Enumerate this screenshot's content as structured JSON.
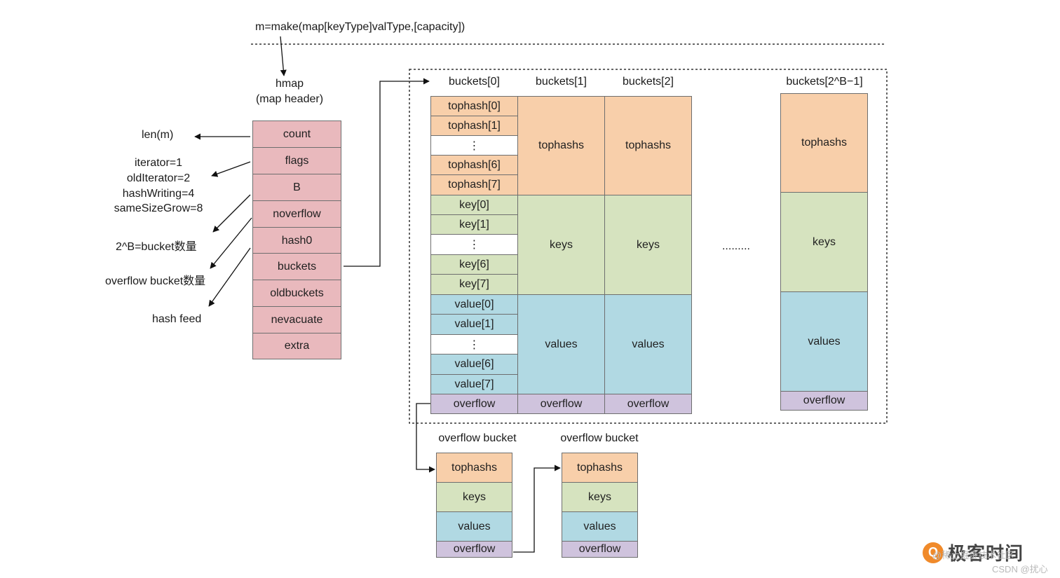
{
  "top_formula": "m=make(map[keyType]valType,[capacity])",
  "hmap": {
    "title": "hmap",
    "subtitle": "(map header)",
    "fields": [
      "count",
      "flags",
      "B",
      "noverflow",
      "hash0",
      "buckets",
      "oldbuckets",
      "nevacuate",
      "extra"
    ]
  },
  "annotations": {
    "len": "len(m)",
    "flags_lines": [
      "iterator=1",
      "oldIterator=2",
      "hashWriting=4",
      "sameSizeGrow=8"
    ],
    "b": "2^B=bucket数量",
    "noverflow": "overflow bucket数量",
    "hash0": "hash feed"
  },
  "bucket_headers": [
    "buckets[0]",
    "buckets[1]",
    "buckets[2]",
    "buckets[2^B−1]"
  ],
  "bucket0_cells": [
    "tophash[0]",
    "tophash[1]",
    "⋮",
    "tophash[6]",
    "tophash[7]",
    "key[0]",
    "key[1]",
    "⋮",
    "key[6]",
    "key[7]",
    "value[0]",
    "value[1]",
    "⋮",
    "value[6]",
    "value[7]",
    "overflow"
  ],
  "bucket_sections": {
    "tophashs": "tophashs",
    "keys": "keys",
    "values": "values",
    "overflow": "overflow"
  },
  "ellipsis": ".........",
  "overflow_bucket_title": "overflow bucket",
  "watermark": {
    "logo": "极客时间",
    "line1": "@稀土掘金技术社区",
    "line2": "CSDN @扰心"
  },
  "colors": {
    "header": "#e9b9bd",
    "tophash": "#f8cfaa",
    "key": "#d6e3bf",
    "value": "#b1d9e3",
    "overflow": "#cfc3dd"
  }
}
